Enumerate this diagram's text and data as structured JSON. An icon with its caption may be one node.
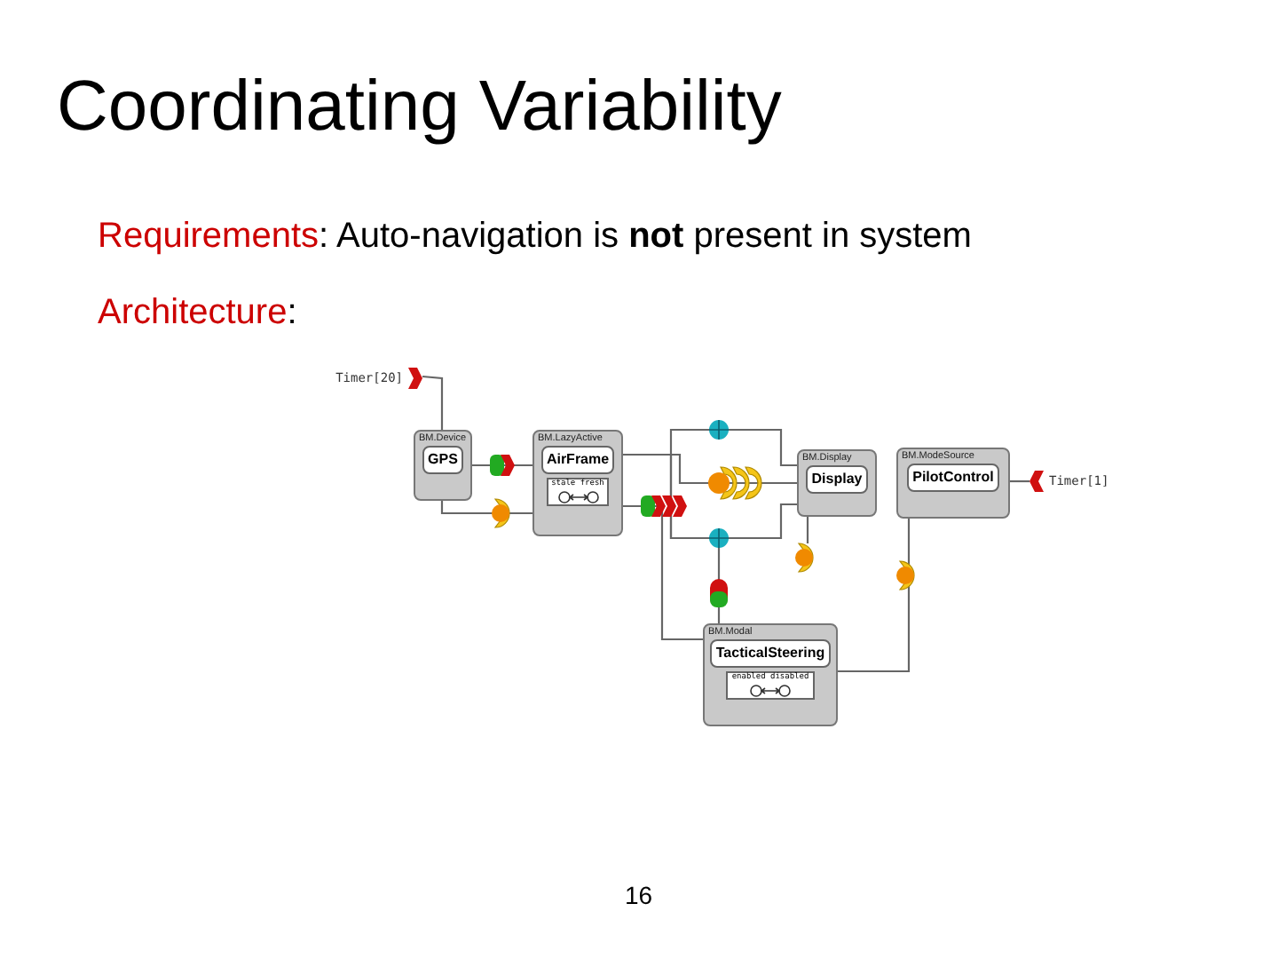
{
  "diagram": {
    "title": "Coordinating Variability",
    "nodes": [
      {
        "text": [
          "Timer[20]"
        ]
      },
      {
        "text": [
          "BM.Device",
          "GPS"
        ]
      },
      {
        "text": [
          "BM.LazyActive",
          "AirFrame",
          "stale fresh"
        ]
      },
      {
        "text": [
          "BM.Display",
          "Display"
        ]
      },
      {
        "text": [
          "BM.ModeSource",
          "PilotControl"
        ]
      },
      {
        "text": [
          "Timer[1]"
        ]
      },
      {
        "text": [
          "BM.Modal",
          "TacticalSteering",
          "enabled disabled"
        ]
      }
    ],
    "edges": [
      {
        "from": 0,
        "to": 1,
        "arrow": "none"
      },
      {
        "from": 1,
        "to": 2,
        "arrow": "none"
      },
      {
        "from": 1,
        "to": 2,
        "arrow": "none"
      },
      {
        "from": 2,
        "to": 3,
        "arrow": "none"
      },
      {
        "from": 2,
        "to": 3,
        "arrow": "none"
      },
      {
        "from": 2,
        "to": 3,
        "arrow": "none"
      },
      {
        "from": 2,
        "to": 6,
        "arrow": "none"
      },
      {
        "from": 2,
        "to": 6,
        "arrow": "none"
      },
      {
        "from": 4,
        "to": 6,
        "arrow": "none"
      },
      {
        "from": 5,
        "to": 4,
        "arrow": "none"
      }
    ],
    "labels": [
      "Requirements: Auto-navigation is **not** present in system",
      "Architecture:",
      "16"
    ]
  }
}
